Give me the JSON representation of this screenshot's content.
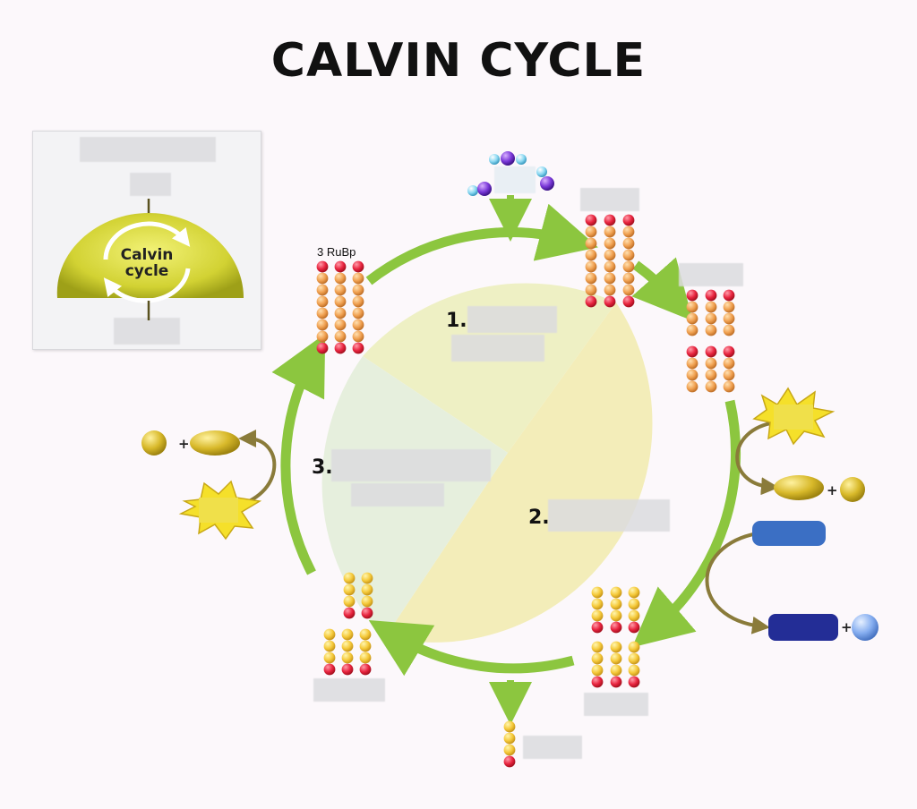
{
  "title": "CALVIN CYCLE",
  "inset": {
    "cycle_label_line1": "Calvin",
    "cycle_label_line2": "cycle"
  },
  "rubp_label": "3 RuBp",
  "phases": [
    {
      "number": "1."
    },
    {
      "number": "2."
    },
    {
      "number": "3."
    }
  ],
  "plus_sign": "+",
  "colors": {
    "arrow_green": "#8cc63f",
    "phase1_fill": "#eef0c4",
    "phase2_fill": "#f3edb9",
    "phase3_fill": "#e6efdd",
    "phosphate_red": "#e8243f",
    "carbon_orange": "#f0a050",
    "carbon_yellow": "#f5c93a",
    "atp_gold": "#d8b92a",
    "nadph_blue": "#3b6fc4",
    "nadp_navy": "#232d96",
    "curve_brown": "#8a7b3a"
  }
}
